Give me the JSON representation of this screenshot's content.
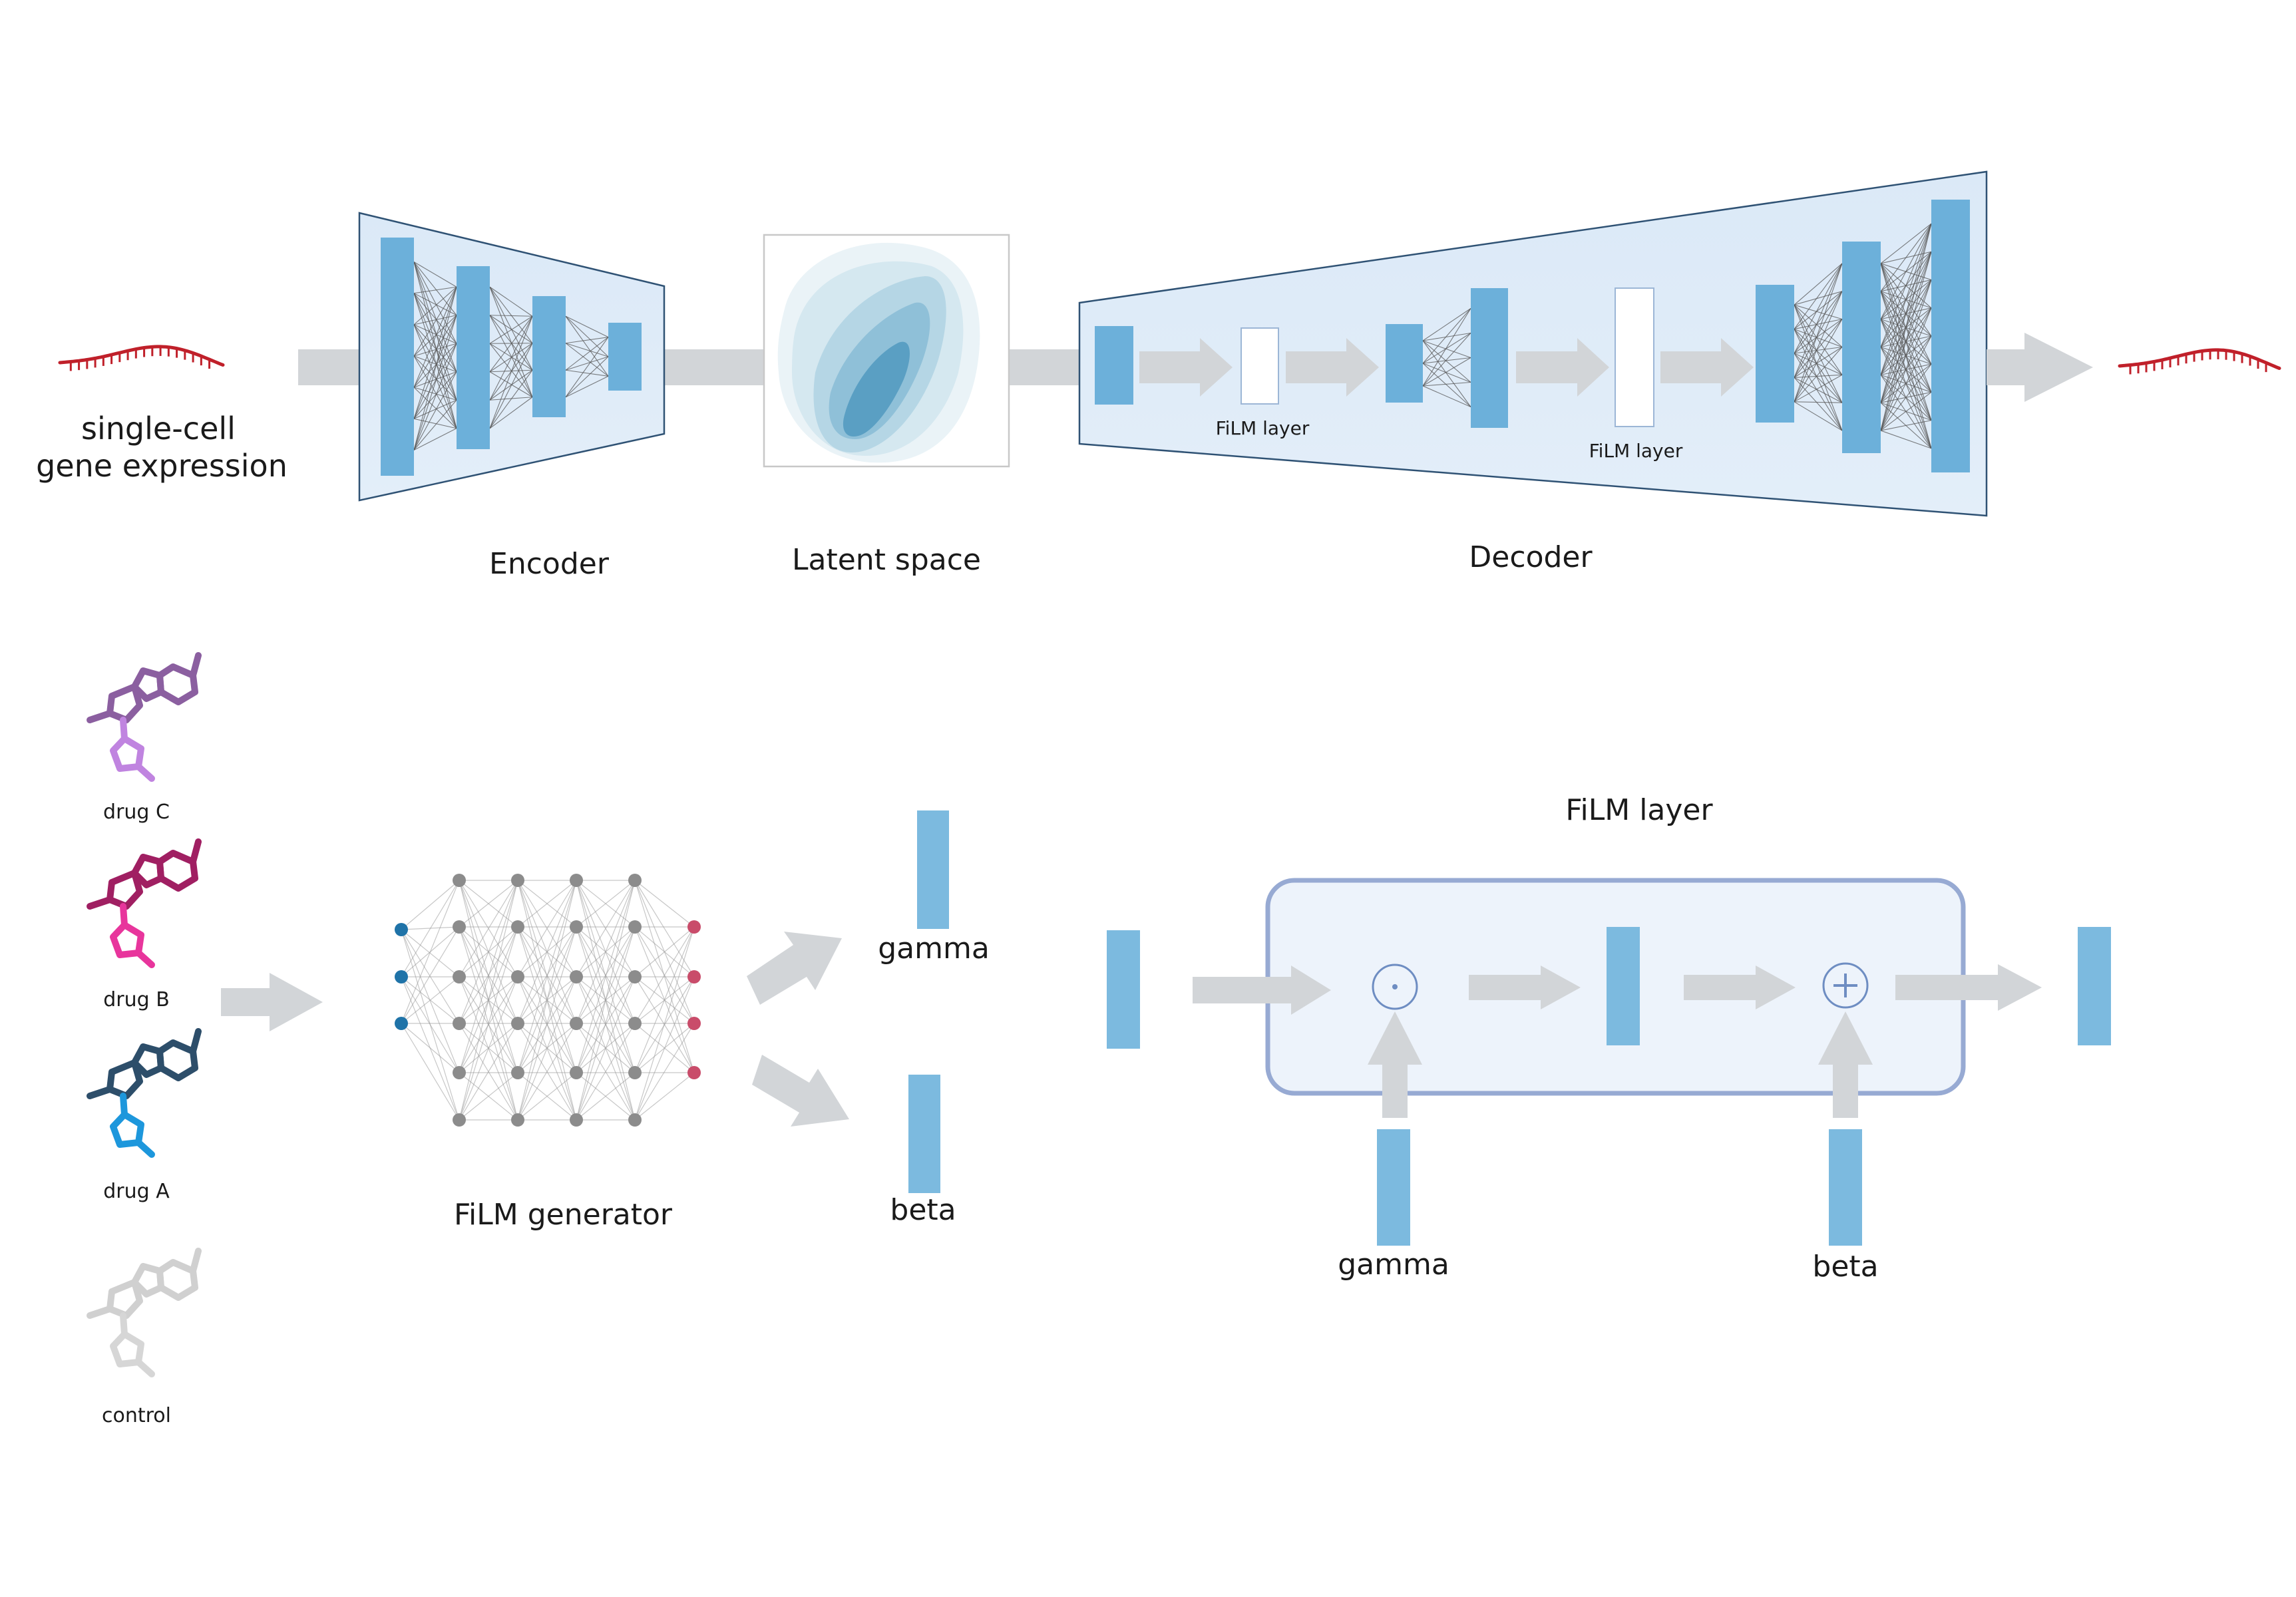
{
  "labels": {
    "input": [
      "single-cell",
      "gene expression"
    ],
    "encoder": "Encoder",
    "latent": "Latent space",
    "decoder": "Decoder",
    "film_small_1": "FiLM layer",
    "film_small_2": "FiLM layer",
    "drug_c": "drug C",
    "drug_b": "drug B",
    "drug_a": "drug A",
    "control": "control",
    "film_generator": "FiLM generator",
    "gamma_out": "gamma",
    "beta_out": "beta",
    "film_layer_title": "FiLM layer",
    "gamma_in": "gamma",
    "beta_in": "beta"
  },
  "colors": {
    "rna": "#c0202a",
    "drug_c": "#8b5fa0",
    "drug_b": "#a01f62",
    "drug_a": "#2d4e6a",
    "control": "#d0d0d0",
    "input_node": "#1f73a8",
    "output_node": "#c94c6a",
    "hidden_node": "#8c8c8c"
  }
}
